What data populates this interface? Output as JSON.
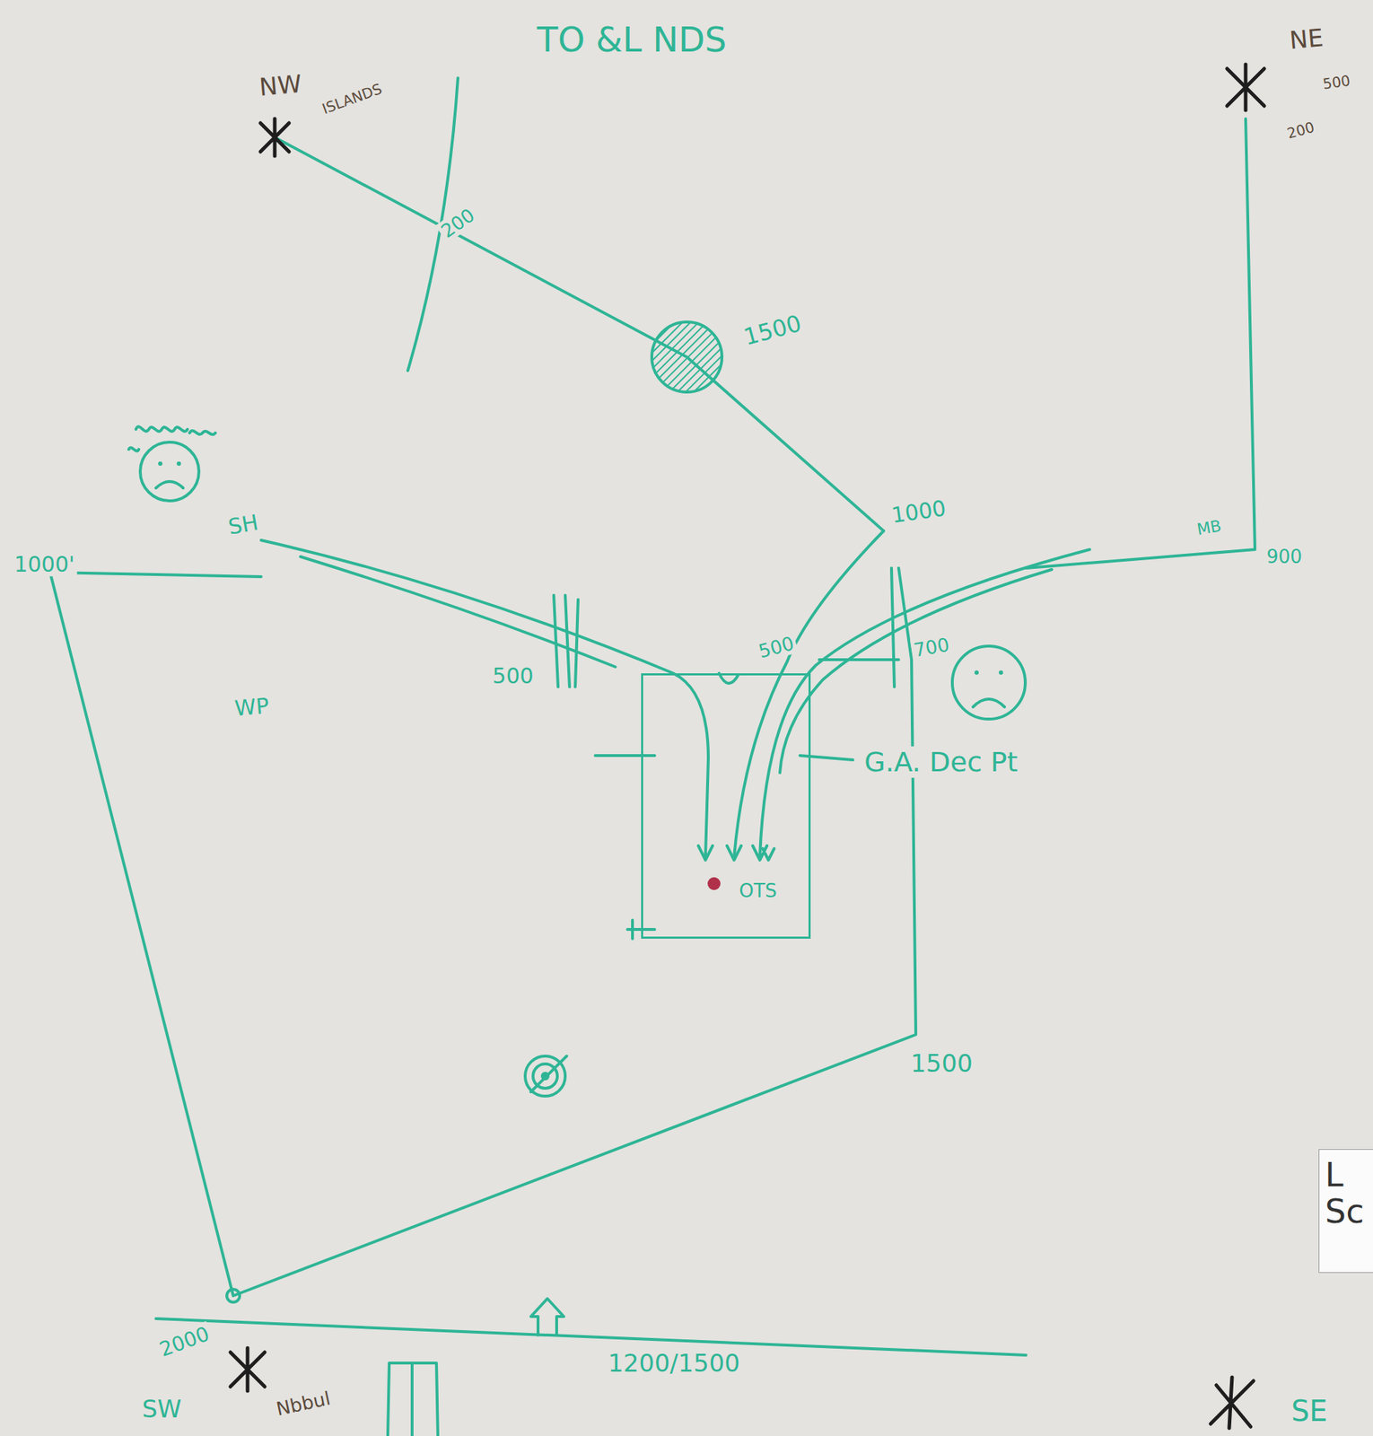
{
  "diagram": {
    "nodes": [
      {
        "text": [
          "OTS"
        ]
      },
      {
        "text": [
          "L Sc"
        ]
      }
    ],
    "labels": [
      "TO &L NDS",
      "NW",
      "ISLANDS",
      "200",
      "1500",
      "NE",
      "500",
      "200",
      "1000",
      "1000'",
      "SH",
      "500",
      "500",
      "700",
      "MB",
      "900",
      "WP",
      "G.A. Dec Pt",
      "1500",
      "2000",
      "SW",
      "Nbbul",
      "1200/1500",
      "SE"
    ]
  }
}
